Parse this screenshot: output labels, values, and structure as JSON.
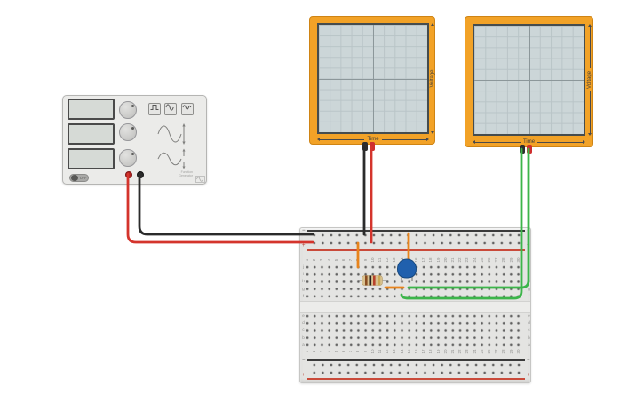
{
  "app": {
    "name": "circuit canvas",
    "background_color": "#ffffff"
  },
  "function_generator": {
    "displays": [
      {
        "value": ""
      },
      {
        "value": ""
      },
      {
        "value": ""
      }
    ],
    "power_toggle": {
      "state": "off",
      "label": "OFF"
    },
    "brand_line1": "Function",
    "brand_line2": "Generator",
    "wave_buttons": [
      {
        "icon": "square-wave"
      },
      {
        "icon": "sine-wave"
      },
      {
        "icon": "triangle-sine-wave"
      }
    ],
    "terminals": [
      {
        "name": "positive",
        "color": "#b02020"
      },
      {
        "name": "negative",
        "color": "#2a2a2a"
      }
    ],
    "body_color": "#ebebe9"
  },
  "oscilloscopes": [
    {
      "id": "oscilloscope-1",
      "x_axis_label": "Time",
      "y_axis_label": "Voltage",
      "frame_color": "#f2a227",
      "screen_color": "#ccd6d8",
      "terminals": [
        {
          "name": "negative",
          "color": "#2e2e2e"
        },
        {
          "name": "positive",
          "color": "#cf2e2e"
        }
      ]
    },
    {
      "id": "oscilloscope-2",
      "x_axis_label": "Time",
      "y_axis_label": "Voltage",
      "frame_color": "#f2a227",
      "screen_color": "#ccd6d8",
      "terminals": [
        {
          "name": "negative",
          "color": "#2e2e2e"
        },
        {
          "name": "positive",
          "color": "#cf2e2e"
        }
      ]
    }
  ],
  "breadboard": {
    "column_numbers": [
      1,
      2,
      3,
      4,
      5,
      6,
      7,
      8,
      9,
      10,
      11,
      12,
      13,
      14,
      15,
      16,
      17,
      18,
      19,
      20,
      21,
      22,
      23,
      24,
      25,
      26,
      27,
      28,
      29,
      30
    ],
    "row_letters_top": [
      "j",
      "i",
      "h",
      "g",
      "f"
    ],
    "row_letters_bottom": [
      "e",
      "d",
      "c",
      "b",
      "a"
    ],
    "rail_minus_label": "−",
    "rail_plus_label": "+",
    "body_color": "#e4e4e2"
  },
  "components": {
    "resistor": {
      "type": "resistor",
      "bands": [
        "brown",
        "black",
        "red",
        "gold"
      ],
      "location": "row h, columns 8–12"
    },
    "capacitor": {
      "type": "disc-capacitor",
      "color": "#2060ad",
      "location": "row h, columns 14–15"
    },
    "jumpers": [
      {
        "color": "#e8841c",
        "from": "top + rail col 8",
        "to": "j8"
      },
      {
        "color": "#e8841c",
        "from": "top − rail col 15",
        "to": "j15"
      },
      {
        "color": "#e8841c",
        "from": "g12",
        "to": "g14"
      }
    ]
  },
  "wires": [
    {
      "id": "fg-positive-to-plus-rail",
      "color": "#d4342c"
    },
    {
      "id": "fg-negative-to-minus-rail",
      "color": "#2b2b2b"
    },
    {
      "id": "scope1-negative-to-minus-rail",
      "color": "#2b2b2b"
    },
    {
      "id": "scope1-positive-to-plus-rail",
      "color": "#d4342c"
    },
    {
      "id": "scope2-positive-to-g15",
      "color": "#3cb54a"
    },
    {
      "id": "scope2-negative-to-f14",
      "color": "#3cb54a"
    }
  ]
}
